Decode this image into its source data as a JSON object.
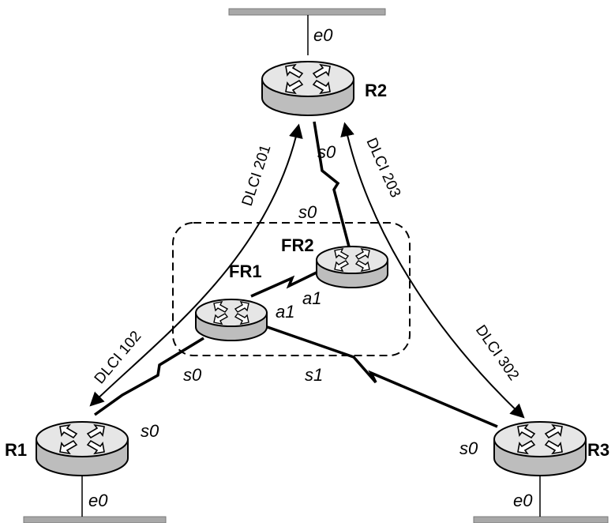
{
  "routers": {
    "r1": {
      "name": "R1"
    },
    "r2": {
      "name": "R2"
    },
    "r3": {
      "name": "R3"
    },
    "fr1": {
      "name": "FR1"
    },
    "fr2": {
      "name": "FR2"
    }
  },
  "interfaces": {
    "r2_e0": "e0",
    "r2_s0": "s0",
    "fr2_s0": "s0",
    "fr2_a1": "a1",
    "fr1_a1": "a1",
    "fr1_s0": "s0",
    "fr1_s1": "s1",
    "r1_s0": "s0",
    "r1_e0": "e0",
    "r3_s0": "s0",
    "r3_e0": "e0"
  },
  "dlci": {
    "r2_to_r1": "DLCI 201",
    "r1_to_r2": "DLCI 102",
    "r2_to_r3": "DLCI 203",
    "r3_to_r2": "DLCI 302"
  },
  "colors": {
    "ethernet": "#a8a8a8",
    "router_top": "#e6e6e6",
    "router_side": "#bdbdbd",
    "line": "#000000"
  }
}
